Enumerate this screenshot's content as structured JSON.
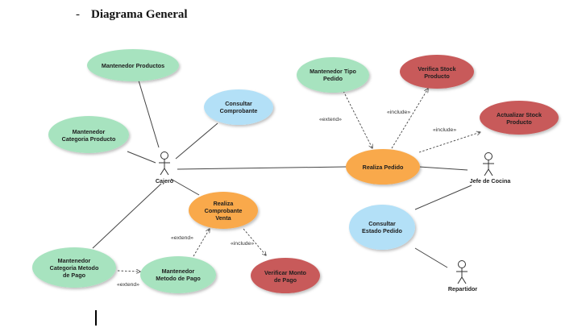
{
  "heading": {
    "bullet": "-",
    "title": "Diagrama General"
  },
  "colors": {
    "green": "#a7e3bf",
    "blue": "#b3e0f7",
    "orange": "#f9a94b",
    "red": "#c85a5a",
    "line": "#444444"
  },
  "actors": {
    "cajero": "Cajero",
    "jefe_cocina": "Jefe de Cocina",
    "repartidor": "Repartidor"
  },
  "use_cases": {
    "mantenedor_productos": [
      "Mantenedor Productos"
    ],
    "consultar_comprobante": [
      "Consultar",
      "Comprobante"
    ],
    "mantenedor_categoria_producto": [
      "Mantenedor",
      "Categoria Producto"
    ],
    "mantenedor_tipo_pedido": [
      "Mantenedor Tipo",
      "Pedido"
    ],
    "verifica_stock_producto": [
      "Verifica Stock",
      "Producto"
    ],
    "actualizar_stock_producto": [
      "Actualizar Stock",
      "Producto"
    ],
    "realiza_pedido": [
      "Realiza Pedido"
    ],
    "realiza_comprobante_venta": [
      "Realiza",
      "Comprobante",
      "Venta"
    ],
    "consultar_estado_pedido": [
      "Consultar",
      "Estado Pedido"
    ],
    "mantenedor_categoria_metodo_pago": [
      "Mantenedor",
      "Categoria Metodo",
      "de Pago"
    ],
    "mantenedor_metodo_pago": [
      "Mantenedor",
      "Metodo de Pago"
    ],
    "verificar_monto_pago": [
      "Verificar Monto",
      "de Pago"
    ]
  },
  "relations": {
    "extend": "«extend»",
    "include": "«include»"
  }
}
